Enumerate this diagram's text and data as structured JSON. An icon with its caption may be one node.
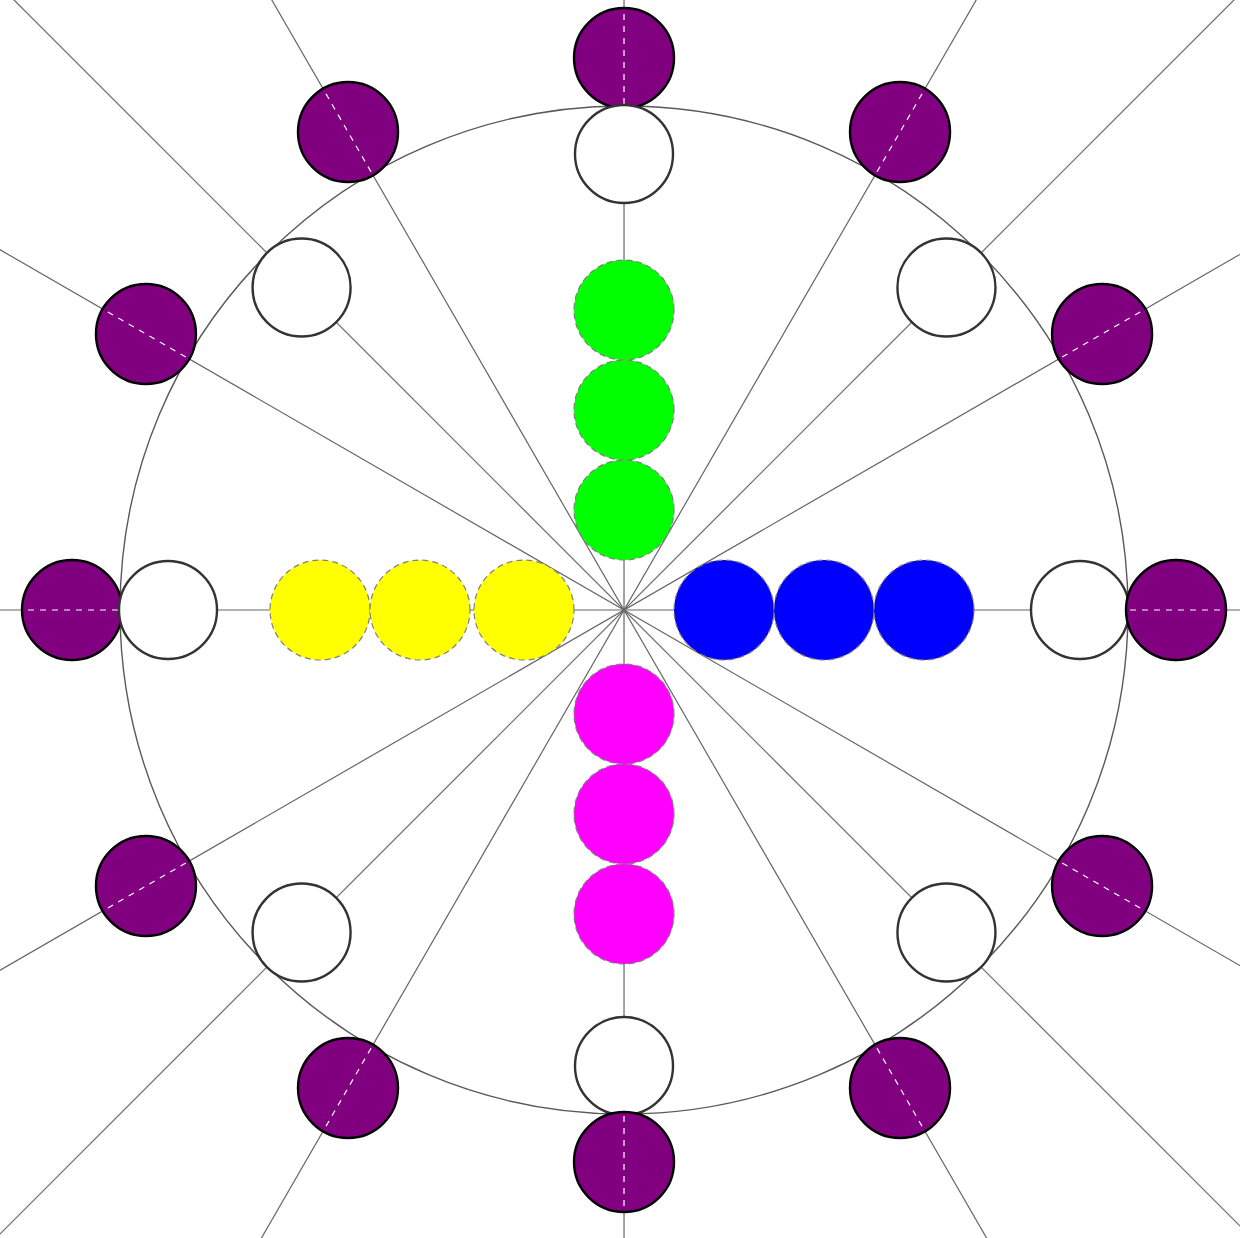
{
  "diagram": {
    "nodes": [
      {
        "text": [],
        "shape": "circle"
      },
      {
        "text": [],
        "shape": "circle"
      },
      {
        "text": [],
        "shape": "circle"
      },
      {
        "text": [],
        "shape": "circle"
      },
      {
        "text": [],
        "shape": "circle"
      },
      {
        "text": [],
        "shape": "circle"
      },
      {
        "text": [],
        "shape": "circle"
      },
      {
        "text": [],
        "shape": "circle"
      },
      {
        "text": [],
        "shape": "circle"
      },
      {
        "text": [],
        "shape": "circle"
      },
      {
        "text": [],
        "shape": "circle"
      },
      {
        "text": [],
        "shape": "circle"
      },
      {
        "text": [],
        "shape": "circle"
      },
      {
        "text": [],
        "shape": "circle"
      },
      {
        "text": [],
        "shape": "circle"
      },
      {
        "text": [],
        "shape": "circle"
      },
      {
        "text": [],
        "shape": "circle"
      },
      {
        "text": [],
        "shape": "circle"
      },
      {
        "text": [],
        "shape": "circle"
      },
      {
        "text": [],
        "shape": "circle"
      },
      {
        "text": [],
        "shape": "circle"
      },
      {
        "text": [],
        "shape": "circle"
      },
      {
        "text": [],
        "shape": "circle"
      },
      {
        "text": [],
        "shape": "circle"
      },
      {
        "text": [],
        "shape": "circle"
      },
      {
        "text": [],
        "shape": "circle"
      },
      {
        "text": [],
        "shape": "circle"
      },
      {
        "text": [],
        "shape": "circle"
      },
      {
        "text": [],
        "shape": "circle"
      },
      {
        "text": [],
        "shape": "circle"
      },
      {
        "text": [],
        "shape": "circle"
      },
      {
        "text": [],
        "shape": "circle"
      }
    ]
  }
}
